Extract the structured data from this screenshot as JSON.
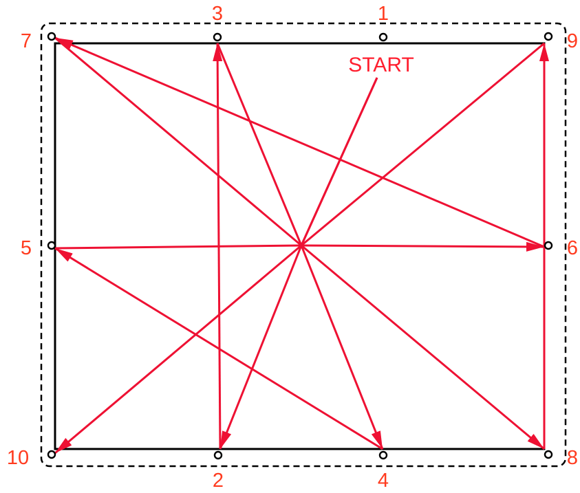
{
  "start_label": "START",
  "colors": {
    "arrow": "#ee1133",
    "label": "#ff3b1f",
    "frame": "#000000"
  },
  "points": [
    {
      "id": "p1",
      "label": "1"
    },
    {
      "id": "p2",
      "label": "2"
    },
    {
      "id": "p3",
      "label": "3"
    },
    {
      "id": "p4",
      "label": "4"
    },
    {
      "id": "p5",
      "label": "5"
    },
    {
      "id": "p6",
      "label": "6"
    },
    {
      "id": "p7",
      "label": "7"
    },
    {
      "id": "p8",
      "label": "8"
    },
    {
      "id": "p9",
      "label": "9"
    },
    {
      "id": "p10",
      "label": "10"
    }
  ],
  "sequence": [
    "1",
    "2",
    "3",
    "4",
    "5",
    "6",
    "7",
    "8",
    "9",
    "10"
  ]
}
